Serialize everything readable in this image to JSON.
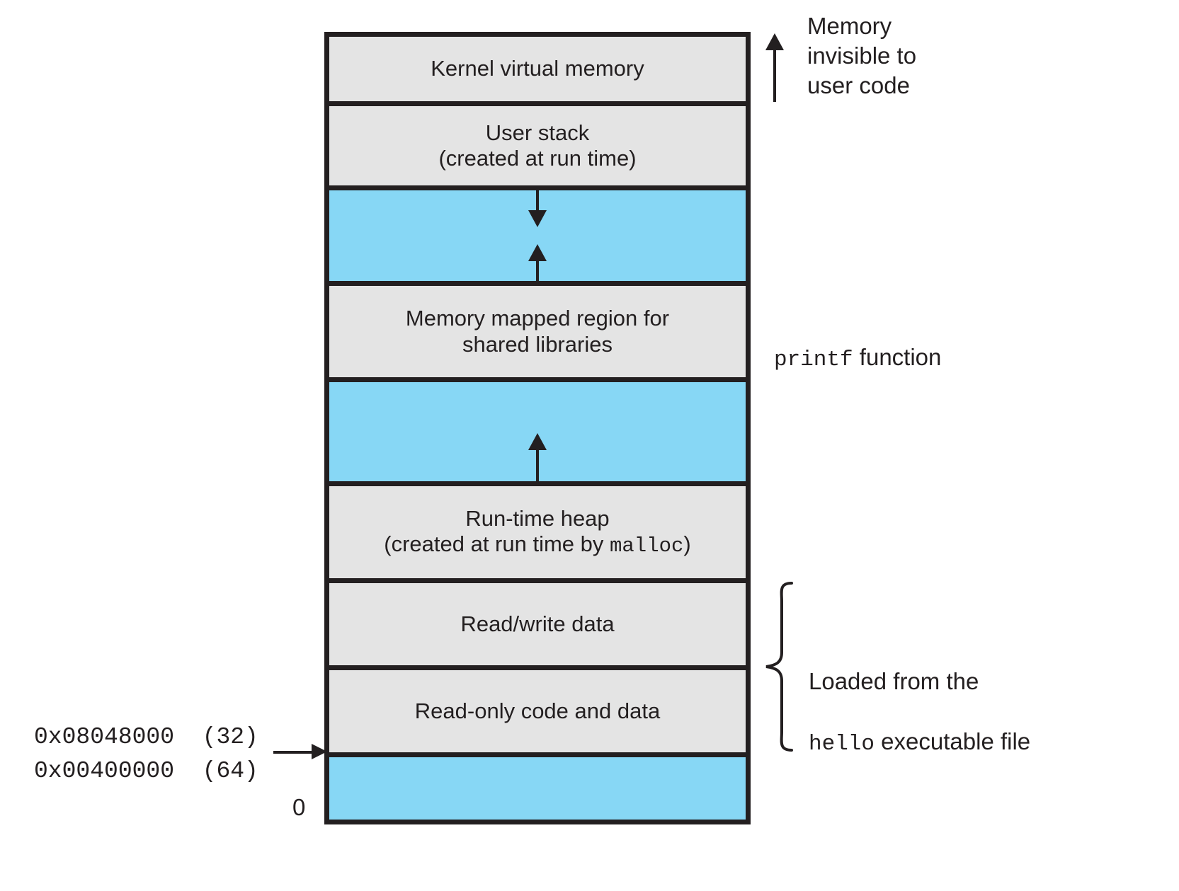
{
  "diagram": {
    "title": "Linux process virtual address space",
    "colors": {
      "region_fill": "#e4e4e4",
      "gap_fill": "#87d7f5",
      "border": "#231f20",
      "text": "#231f20"
    },
    "segments": [
      {
        "id": "kernel-virtual-memory",
        "kind": "region",
        "line1": "Kernel virtual memory",
        "line2": ""
      },
      {
        "id": "user-stack",
        "kind": "region",
        "line1": "User stack",
        "line2": "(created at run time)"
      },
      {
        "id": "stack-gap",
        "kind": "gap",
        "arrows": [
          "down",
          "up"
        ]
      },
      {
        "id": "memory-mapped-region",
        "kind": "region",
        "line1": "Memory mapped region for",
        "line2": "shared libraries"
      },
      {
        "id": "heap-gap",
        "kind": "gap",
        "arrows": [
          "up"
        ]
      },
      {
        "id": "run-time-heap",
        "kind": "region",
        "line1": "Run-time heap",
        "line2_prefix": "(created at run time by ",
        "line2_mono": "malloc",
        "line2_suffix": ")"
      },
      {
        "id": "read-write-data",
        "kind": "region",
        "line1": "Read/write data",
        "line2": ""
      },
      {
        "id": "read-only-code-and-data",
        "kind": "region",
        "line1": "Read-only code and data",
        "line2": ""
      },
      {
        "id": "low-unmapped",
        "kind": "gap",
        "arrows": []
      }
    ],
    "annotations": {
      "invisible_note": "Memory\ninvisible to\nuser code",
      "printf_mono": "printf",
      "printf_rest": " function",
      "loaded_line1": "Loaded from the",
      "loaded_mono": "hello",
      "loaded_rest": " executable file"
    },
    "addresses": {
      "addr32": "0x08048000  (32)",
      "addr64": "0x00400000  (64)",
      "zero": "0"
    }
  }
}
